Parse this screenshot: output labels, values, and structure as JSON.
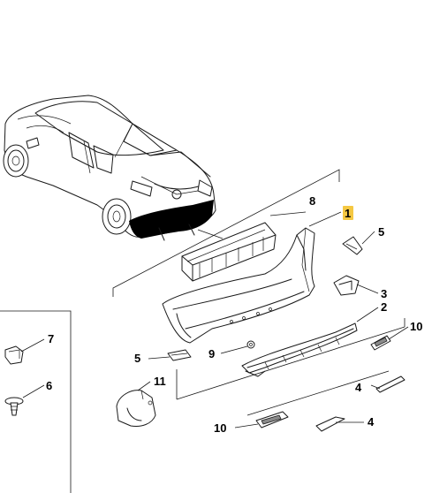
{
  "callouts": [
    {
      "id": "c1",
      "label": "1",
      "highlighted": true
    },
    {
      "id": "c8",
      "label": "8"
    },
    {
      "id": "c5a",
      "label": "5"
    },
    {
      "id": "c3",
      "label": "3"
    },
    {
      "id": "c2",
      "label": "2"
    },
    {
      "id": "c10a",
      "label": "10"
    },
    {
      "id": "c7",
      "label": "7"
    },
    {
      "id": "c9",
      "label": "9"
    },
    {
      "id": "c5b",
      "label": "5"
    },
    {
      "id": "c6",
      "label": "6"
    },
    {
      "id": "c11",
      "label": "11"
    },
    {
      "id": "c4a",
      "label": "4"
    },
    {
      "id": "c10b",
      "label": "10"
    },
    {
      "id": "c4b",
      "label": "4"
    }
  ],
  "colors": {
    "highlight": "#f5c842",
    "line": "#1a1a1a",
    "background": "#ffffff"
  }
}
